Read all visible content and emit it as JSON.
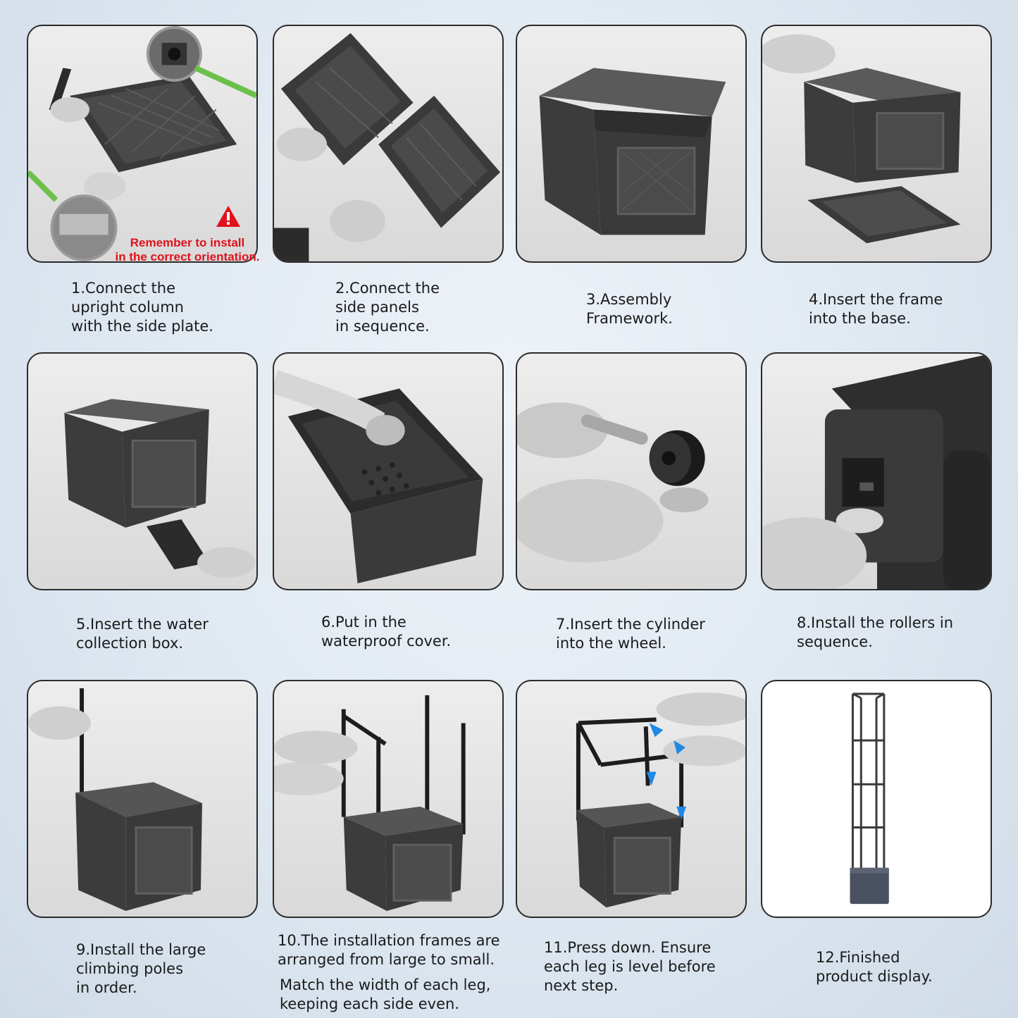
{
  "steps": [
    {
      "num": "1",
      "caption": "1.Connect the\nupright column\nwith the side plate."
    },
    {
      "num": "2",
      "caption": "2.Connect the\nside panels\nin sequence."
    },
    {
      "num": "3",
      "caption": "3.Assembly\nFramework."
    },
    {
      "num": "4",
      "caption": "4.Insert the frame\ninto the base."
    },
    {
      "num": "5",
      "caption": "5.Insert the water\ncollection box."
    },
    {
      "num": "6",
      "caption": "6.Put in the\nwaterproof cover."
    },
    {
      "num": "7",
      "caption": "7.Insert the cylinder\ninto the wheel."
    },
    {
      "num": "8",
      "caption": "8.Install the rollers in\nsequence."
    },
    {
      "num": "9",
      "caption": "9.Install the large\nclimbing poles\nin order."
    },
    {
      "num": "10",
      "caption": "10.The installation frames are\narranged from large to small."
    },
    {
      "num": "11",
      "caption": "11.Press down. Ensure\neach leg is level before\nnext step."
    },
    {
      "num": "12",
      "caption": "12.Finished\nproduct display."
    }
  ],
  "step10_note": "Match the width of each leg,\nkeeping each side even.",
  "warning": "Remember to install\nin the correct orientation.",
  "colors": {
    "warning": "#e0121b",
    "arrow": "#1e88e5",
    "highlight": "#6cc04a"
  }
}
